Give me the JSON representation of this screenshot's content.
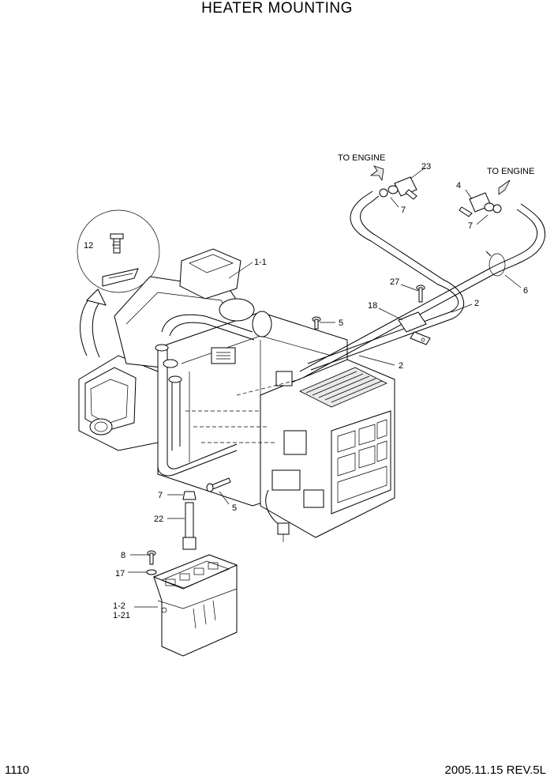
{
  "title": "HEATER MOUNTING",
  "page_number": "1110",
  "revision": "2005.11.15  REV.5L",
  "callouts": {
    "to_engine_left": "TO ENGINE",
    "to_engine_right": "TO ENGINE",
    "p23": "23",
    "p7_top_left": "7",
    "p4": "4",
    "p7_top_right": "7",
    "p12": "12",
    "p1_1": "1-1",
    "p27": "27",
    "p2_upper": "2",
    "p6": "6",
    "p18": "18",
    "p5_upper": "5",
    "p2_lower": "2",
    "p7_lower": "7",
    "p5_lower": "5",
    "p22": "22",
    "p8": "8",
    "p17": "17",
    "p1_2": "1-2",
    "p1_21": "1-21"
  }
}
